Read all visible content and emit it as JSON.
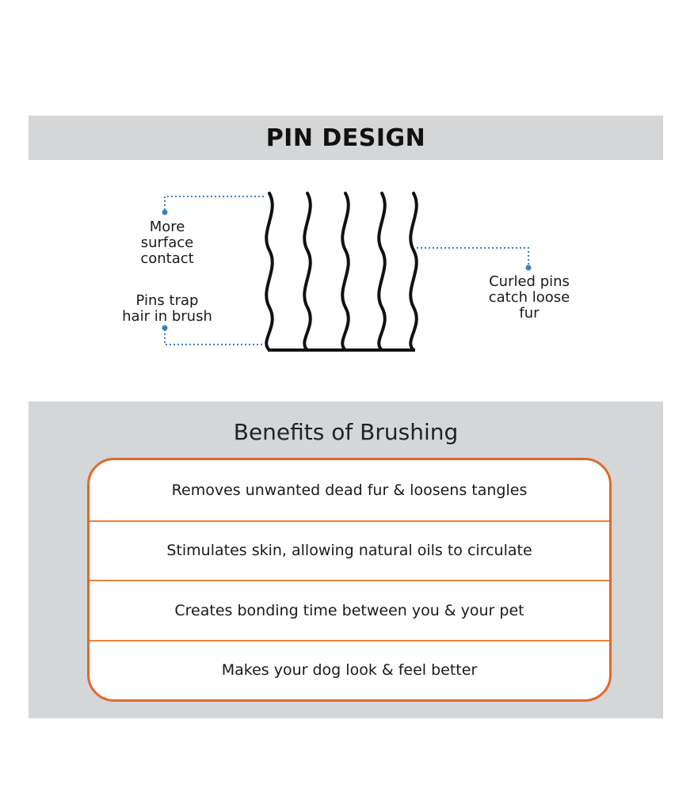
{
  "title": "PIN DESIGN",
  "callouts": {
    "surface_contact": [
      "More",
      "surface",
      "contact"
    ],
    "trap_hair": [
      "Pins trap",
      "hair in brush"
    ],
    "curled_pins": [
      "Curled pins",
      "catch loose",
      "fur"
    ]
  },
  "benefits": {
    "heading": "Benefits of Brushing",
    "items": [
      "Removes unwanted dead fur & loosens tangles",
      "Stimulates skin, allowing natural oils to circulate",
      "Creates bonding time between you & your pet",
      "Makes your dog look & feel better"
    ]
  },
  "colors": {
    "band": "#d4d6d8",
    "accent_orange": "#e0692a",
    "leader_blue": "#3b7fc4",
    "pin_black": "#111111"
  }
}
